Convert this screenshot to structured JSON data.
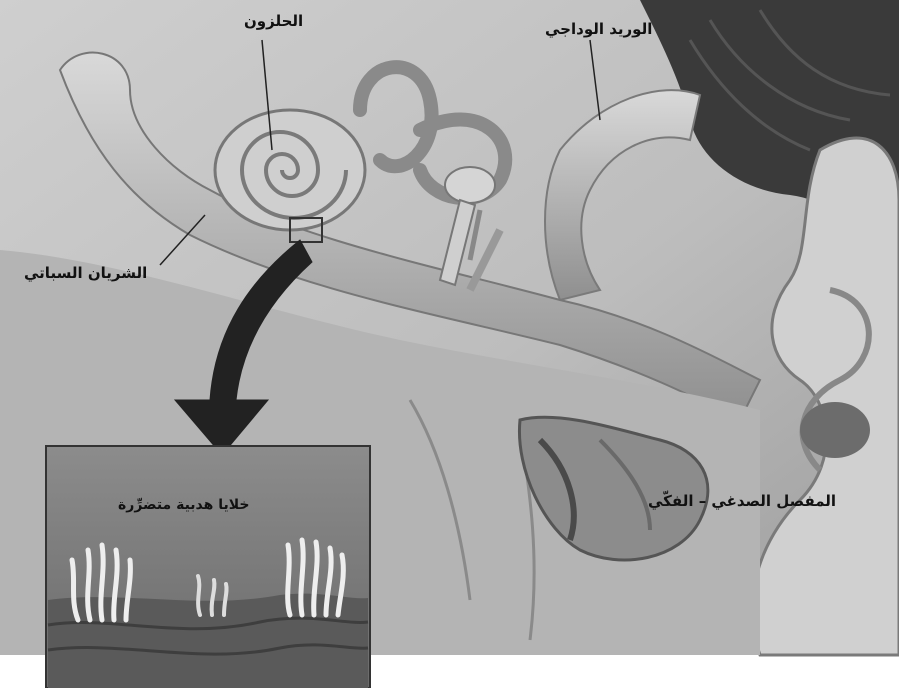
{
  "labels": {
    "cochlea": "الحلزون",
    "jugular_vein": "الوريد الوداجي",
    "artery": "الشريان السباتي",
    "hair_cells": "خلايا هدبية متضرِّرة",
    "tmj": "المفصل الصدغي – الفكّي"
  },
  "colors": {
    "tissue_light": "#d3d3d3",
    "tissue_mid": "#9a9a9a",
    "tissue_dark": "#5a5a5a",
    "hair_black": "#2a2a2a",
    "arrow": "#222222",
    "inset_bg": "#7e7e7e"
  }
}
